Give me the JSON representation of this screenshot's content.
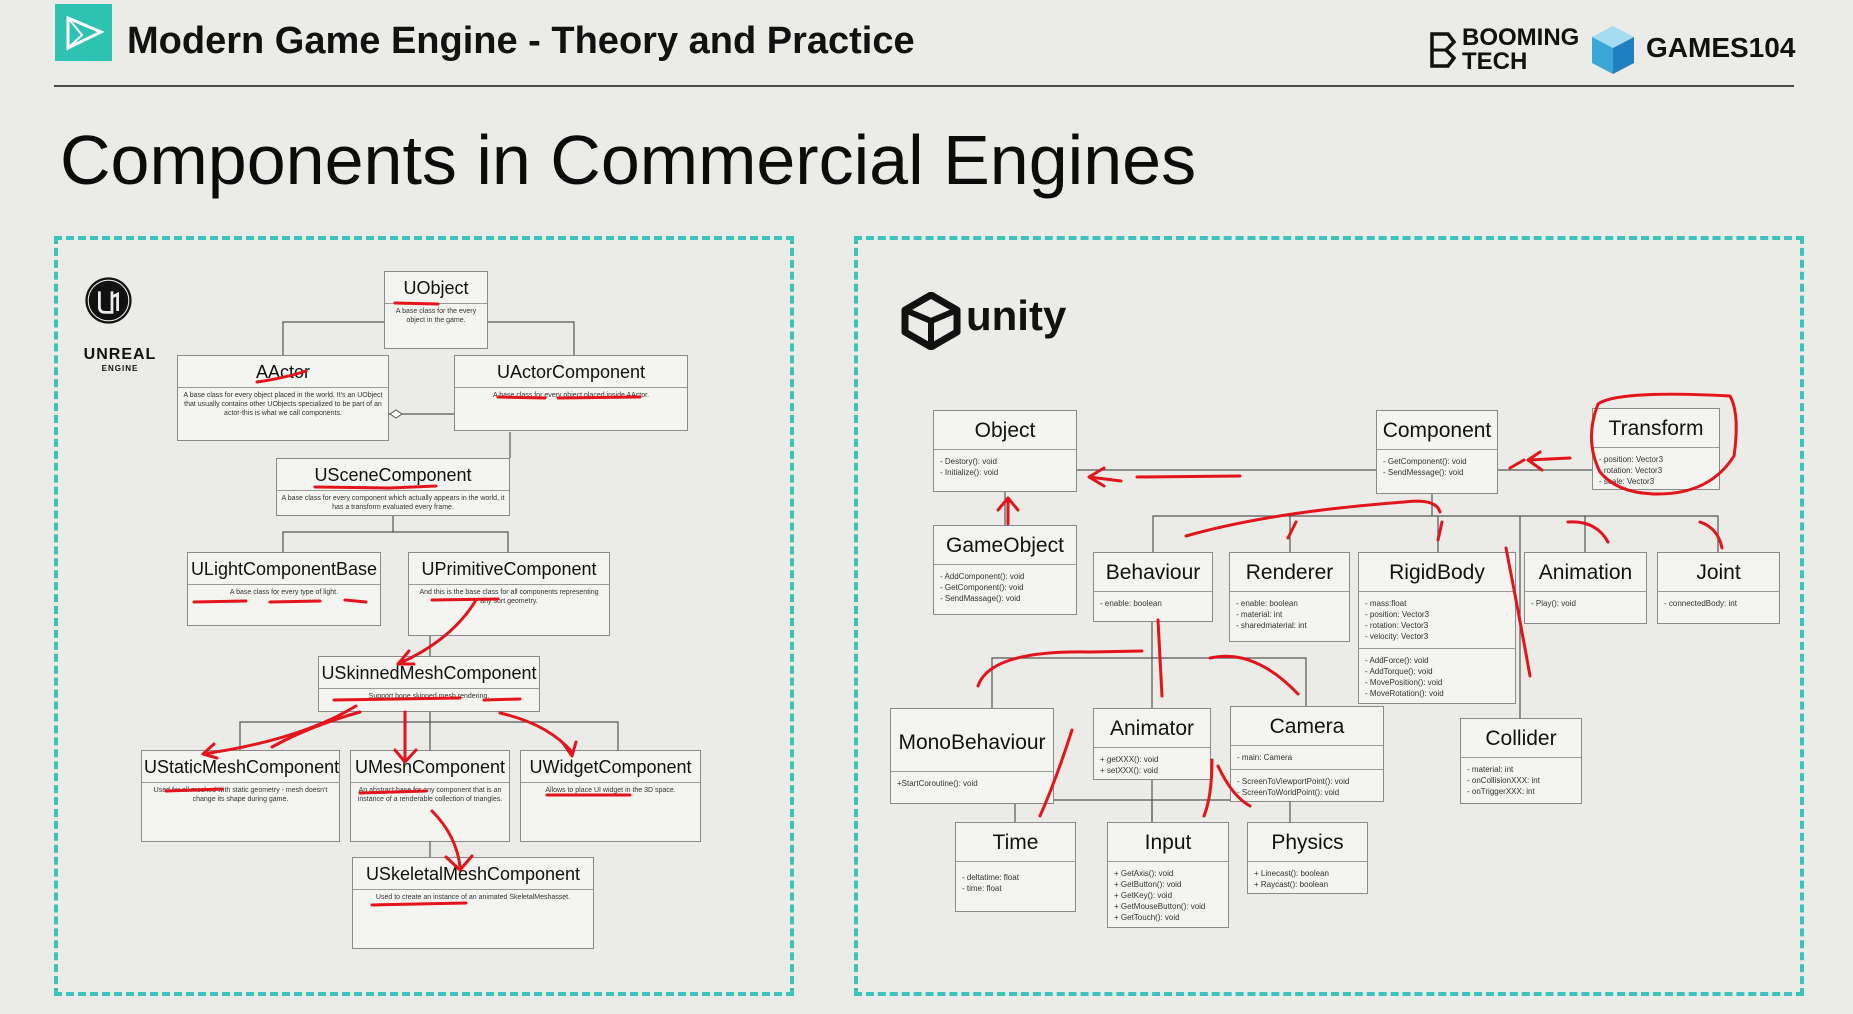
{
  "header": {
    "course_title": "Modern Game Engine - Theory and Practice",
    "booming_line1": "BOOMING",
    "booming_line2": "TECH",
    "games_label": "GAMES104"
  },
  "slide_title": "Components in Commercial Engines",
  "unreal": {
    "logo_word": "UNREAL",
    "logo_sub": "ENGINE",
    "classes": [
      {
        "name": "UObject",
        "desc": "A base class for the every object in the game."
      },
      {
        "name": "AActor",
        "desc": "A base class for every object placed in the world. It's an UObject that usually contains other UObjects specialized to be part of an actor-this is what we call components."
      },
      {
        "name": "UActorComponent",
        "desc": "A base class for every object placed inside AActor."
      },
      {
        "name": "USceneComponent",
        "desc": "A base class for every component which actually appears in the world, it has a transform evaluated every frame."
      },
      {
        "name": "ULightComponentBase",
        "desc": "A base class for every type of light."
      },
      {
        "name": "UPrimitiveComponent",
        "desc": "And this is the base class for all components representing any sort geometry."
      },
      {
        "name": "USkinnedMeshComponent",
        "desc": "Support bone skinned mesh rendering."
      },
      {
        "name": "UStaticMeshComponent",
        "desc": "Used for all meshed with static geometry - mesh doesn't change its shape during game."
      },
      {
        "name": "UMeshComponent",
        "desc": "An abstract base for any component that is an instance of a renderable collection of triangles."
      },
      {
        "name": "UWidgetComponent",
        "desc": "Allows to place UI widget in the 3D space."
      },
      {
        "name": "USkeletalMeshComponent",
        "desc": "Used to create an instance of an animated SkeletalMeshasset."
      }
    ]
  },
  "unity": {
    "logo_word": "unity",
    "classes": [
      {
        "name": "Object",
        "members": [
          "- Destory(): void",
          "- Initialize(): void"
        ]
      },
      {
        "name": "Component",
        "members": [
          "- GetComponent(): void",
          "- SendMessage(): void"
        ]
      },
      {
        "name": "Transform",
        "members": [
          "- position: Vector3",
          "- rotation: Vector3",
          "- scale: Vector3"
        ]
      },
      {
        "name": "GameObject",
        "members": [
          "- AddComponent(): void",
          "- GetComponent(): void",
          "- SendMassage(): void"
        ]
      },
      {
        "name": "Behaviour",
        "members": [
          "- enable: boolean"
        ]
      },
      {
        "name": "Renderer",
        "members": [
          "- enable: boolean",
          "- material: int",
          "- sharedmaterial: int"
        ]
      },
      {
        "name": "RigidBody",
        "members": [
          "- mass:float",
          "- position: Vector3",
          "- rotation: Vector3",
          "- velocity: Vector3"
        ],
        "methods": [
          "- AddForce(): void",
          "- AddTorque(): void",
          "- MovePosition(): void",
          "- MoveRotation(): void"
        ]
      },
      {
        "name": "Animation",
        "members": [
          "- Play(): void"
        ]
      },
      {
        "name": "Joint",
        "members": [
          "- connectedBody: int"
        ]
      },
      {
        "name": "MonoBehaviour",
        "members": [
          "+StartCoroutine(): void"
        ]
      },
      {
        "name": "Animator",
        "members": [
          "+ getXXX(): void",
          "+ setXXX(): void"
        ]
      },
      {
        "name": "Camera",
        "members": [
          "- main: Camera"
        ],
        "methods": [
          "- ScreenToViewportPoint(): void",
          "- ScreenToWorldPoint(): void"
        ]
      },
      {
        "name": "Collider",
        "members": [
          "- material: int",
          "- onCollisionXXX: int",
          "- onTriggerXXX: int"
        ]
      },
      {
        "name": "Time",
        "members": [
          "- deltatime: float",
          "- time: float"
        ]
      },
      {
        "name": "Input",
        "members": [
          "+ GetAxis(): void",
          "+ GetButton(): void",
          "+ GetKey(): void",
          "+ GetMouseButton(): void",
          "+ GetTouch(): void"
        ]
      },
      {
        "name": "Physics",
        "members": [
          "+ Linecast(): boolean",
          "+ Raycast(): boolean"
        ]
      }
    ]
  },
  "colors": {
    "accent": "#2ec2b2",
    "dashed_border": "#3cc4bc",
    "annotation_red": "#e3141b",
    "background": "#ebebe7"
  }
}
